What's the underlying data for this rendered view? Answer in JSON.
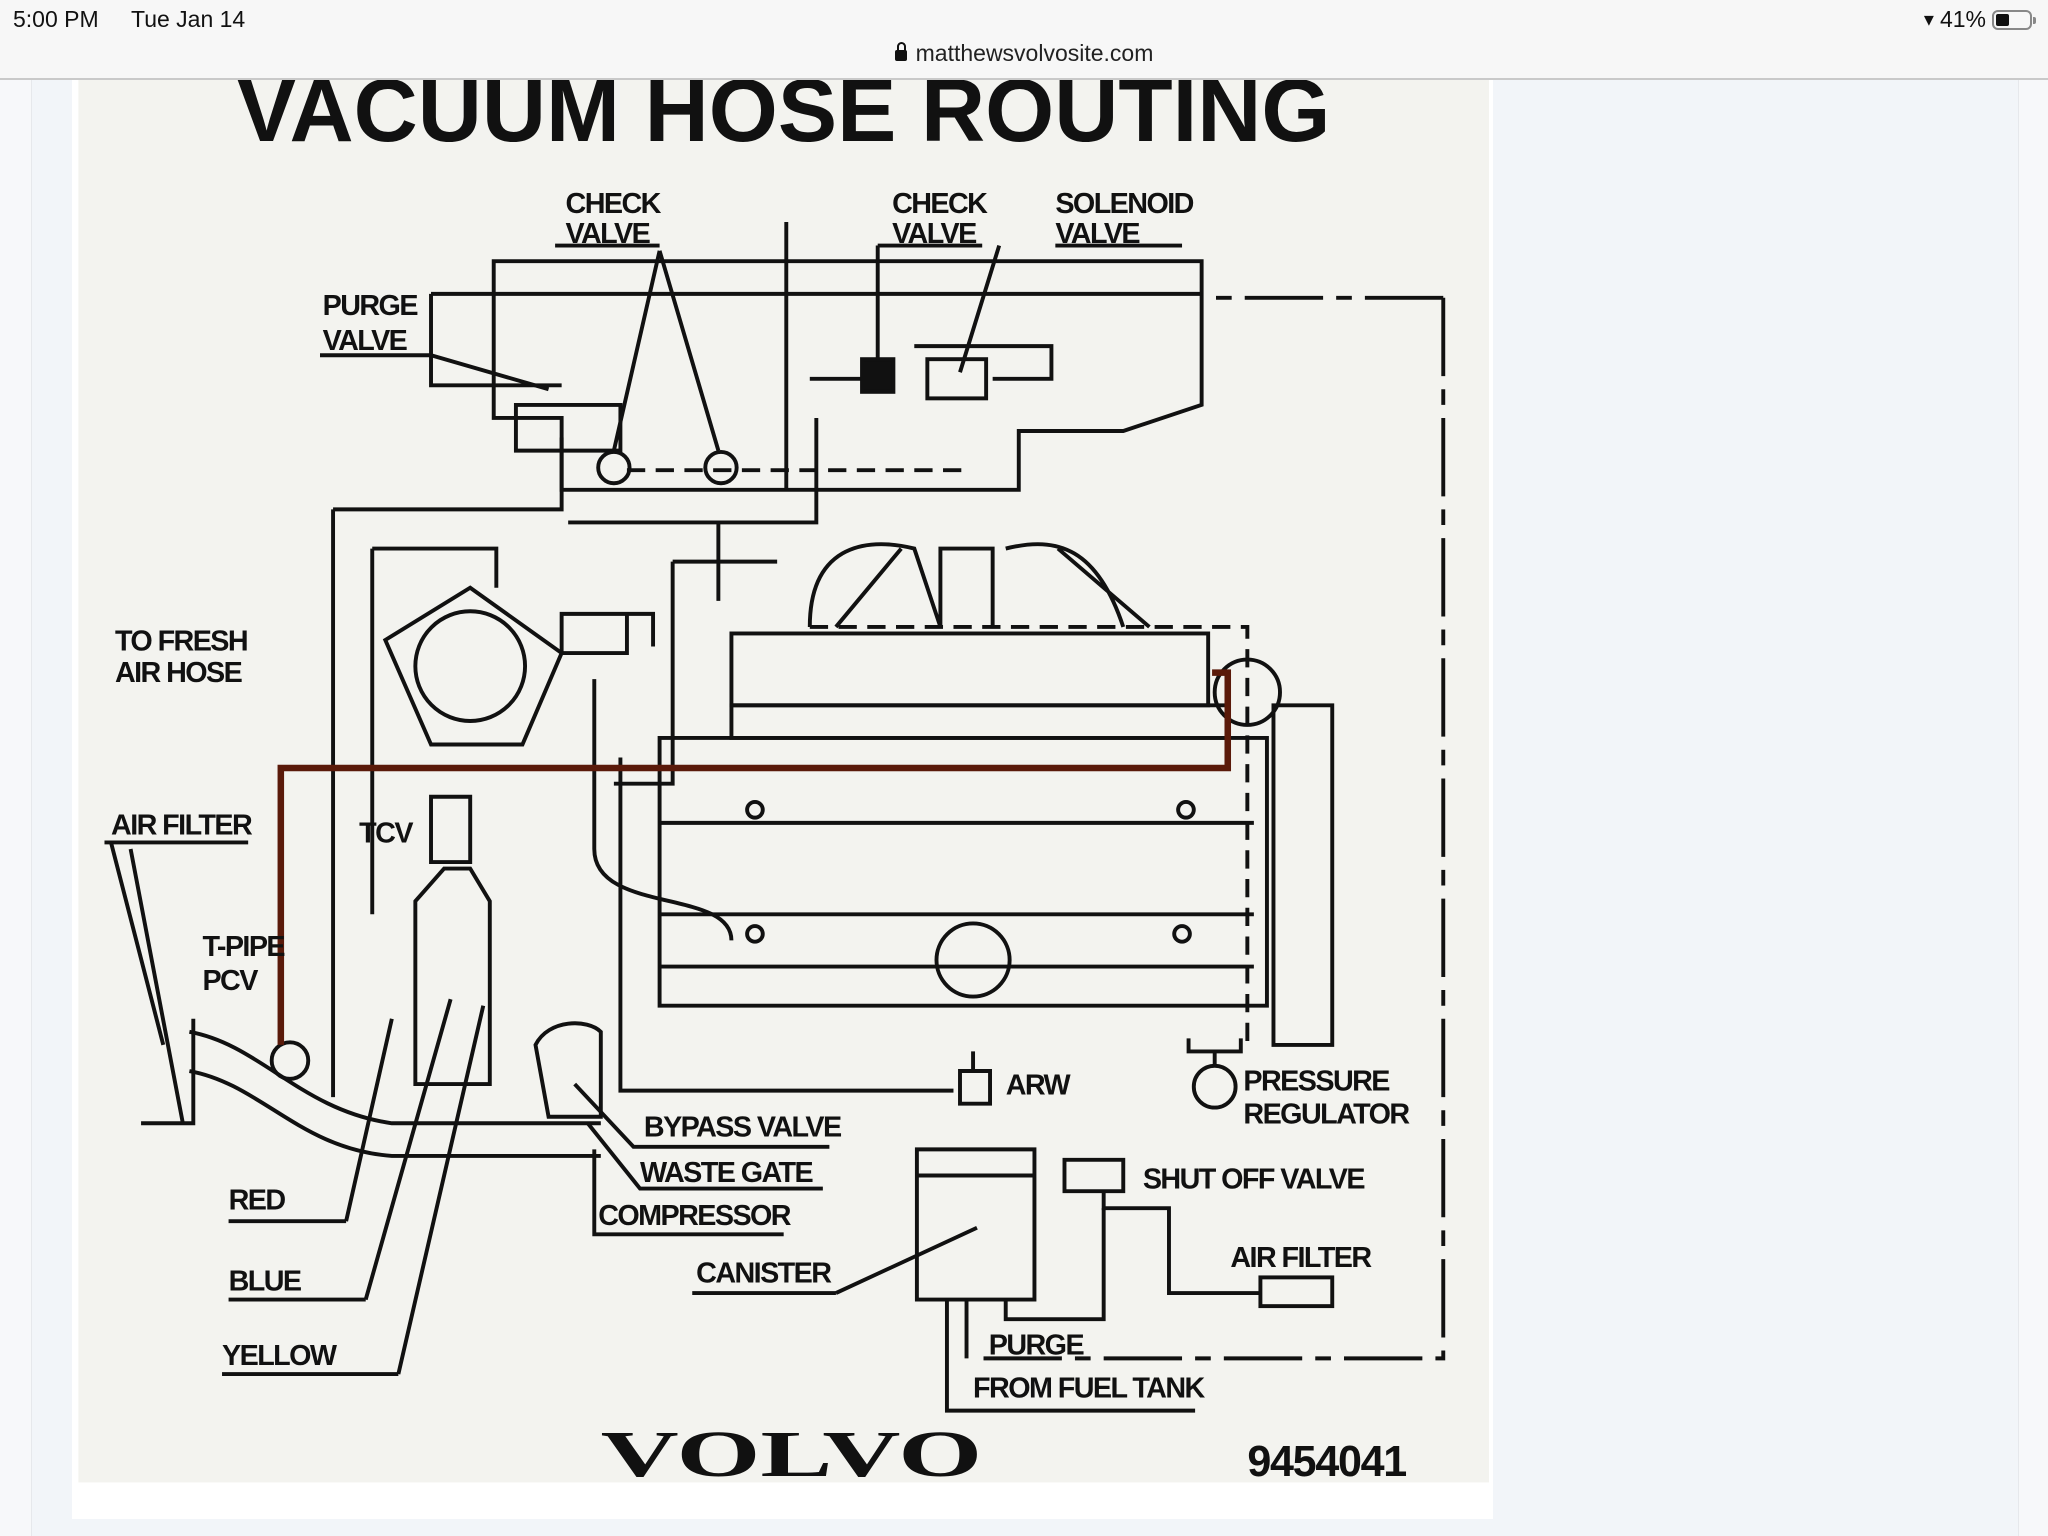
{
  "status_bar": {
    "time": "5:00 PM",
    "date": "Tue Jan 14",
    "battery": "41%",
    "battery_level": 0.41,
    "url": "matthewsvolvosite.com"
  },
  "diagram": {
    "title": "VACUUM HOSE ROUTING",
    "labels": {
      "check_valve_left": [
        "CHECK",
        "VALVE"
      ],
      "check_valve_right": [
        "CHECK",
        "VALVE"
      ],
      "solenoid_valve": [
        "SOLENOID",
        "VALVE"
      ],
      "purge_valve": [
        "PURGE",
        "VALVE"
      ],
      "to_fresh_air_hose": [
        "TO FRESH",
        "AIR HOSE"
      ],
      "air_filter_left": "AIR FILTER",
      "tcv": "TCV",
      "t_pipe_pcv": [
        "T-PIPE",
        "PCV"
      ],
      "red": "RED",
      "blue": "BLUE",
      "yellow": "YELLOW",
      "bypass_valve": "BYPASS VALVE",
      "waste_gate": "WASTE GATE",
      "compressor": "COMPRESSOR",
      "canister": "CANISTER",
      "arw": "ARW",
      "pressure_regulator": [
        "PRESSURE",
        "REGULATOR"
      ],
      "shut_off_valve": "SHUT OFF VALVE",
      "air_filter_right": "AIR FILTER",
      "purge": "PURGE",
      "from_fuel_tank": "FROM FUEL TANK"
    },
    "brand": "VOLVO",
    "part_number": "9454041",
    "highlight_color": "#5a1a0a"
  }
}
